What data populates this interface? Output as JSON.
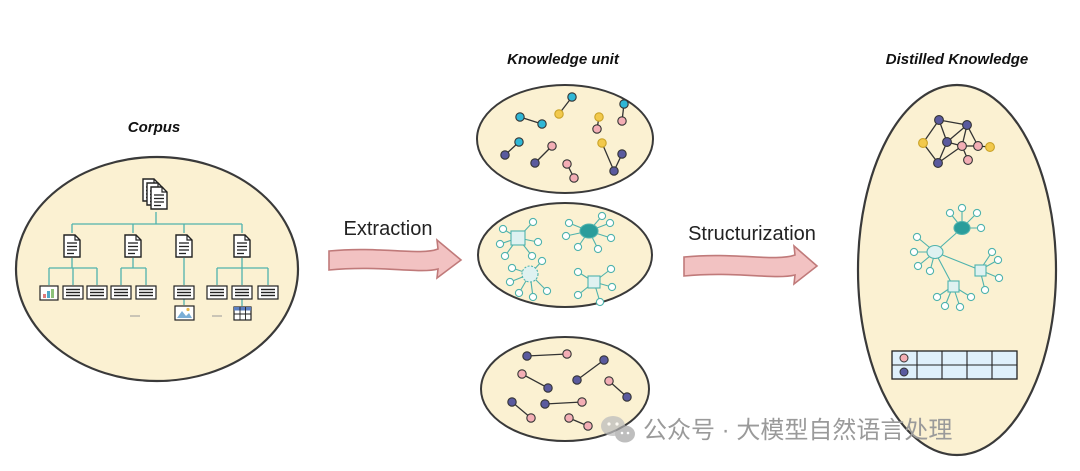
{
  "titles": {
    "corpus": "Corpus",
    "knowledge_unit": "Knowledge unit",
    "distilled_knowledge": "Distilled Knowledge"
  },
  "arrows": {
    "extraction": "Extraction",
    "structurization": "Structurization"
  },
  "watermark": "公众号 · 大模型自然语言处理",
  "colors": {
    "blob_fill": "#fbf1d2",
    "blob_stroke": "#3a3a3a",
    "arrow_fill": "#f2c2c2",
    "teal": "#2a9d9b",
    "cyan": "#2fb7d6",
    "navy": "#5a5a9e",
    "yellow": "#f2c94c",
    "pink": "#f3aeb5",
    "tree_line": "#4fb3ad"
  },
  "icons": [
    "document-stack-icon",
    "document-icon",
    "chart-icon",
    "image-icon",
    "table-icon",
    "wechat-icon"
  ]
}
